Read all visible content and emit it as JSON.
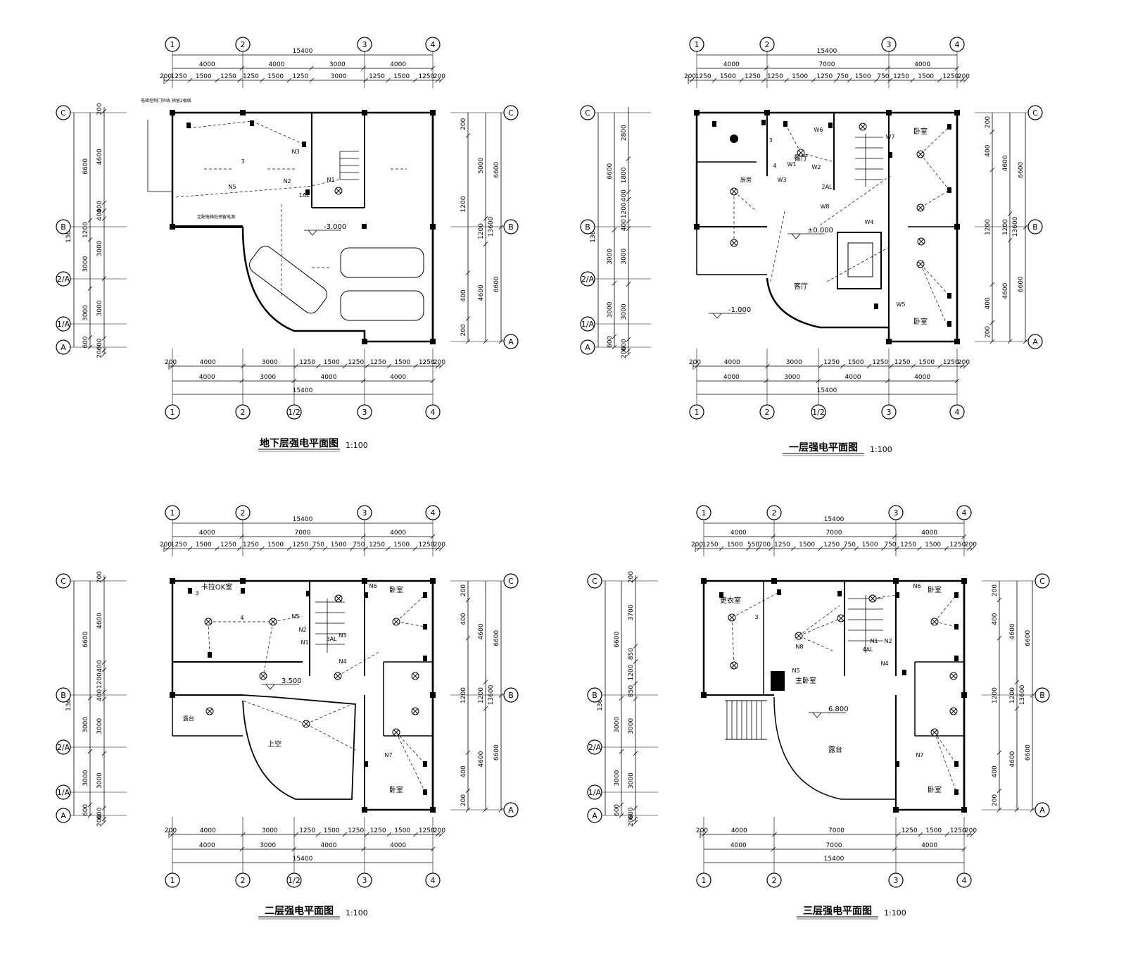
{
  "plans": [
    {
      "id": "basement",
      "title": "地下层强电平面图",
      "scale": "1:100",
      "top_overall": "15400",
      "top_bays": [
        "4000",
        "4000",
        "3000",
        "4000"
      ],
      "top_detail": [
        "200",
        "1250",
        "1500",
        "1250",
        "1250",
        "1500",
        "1250",
        "3000",
        "1250",
        "1500",
        "1250",
        "200"
      ],
      "bottom_detail": [
        "200",
        "4000",
        "3000",
        "1250",
        "1500",
        "1250",
        "1250",
        "1500",
        "1250",
        "200"
      ],
      "bottom_bays": [
        "4000",
        "3000",
        "4000",
        "4000"
      ],
      "bottom_overall": "15400",
      "top_axes": [
        "1",
        "2",
        "3",
        "4"
      ],
      "bottom_axes": [
        "1",
        "2",
        "1/2",
        "3",
        "4"
      ],
      "left_overall": "13600",
      "left_outer": [
        "6600",
        "1200",
        "3000",
        "3000",
        "600"
      ],
      "left_inner": [
        "200",
        "4600",
        "400",
        "400",
        "3000",
        "3000",
        "600",
        "200"
      ],
      "right_outer": [
        "5000",
        "1200",
        "4600"
      ],
      "right_mid": [
        "6600",
        "6600"
      ],
      "right_inner": [
        "200",
        "1200",
        "400",
        "200"
      ],
      "right_overall": "13600",
      "left_axes": [
        "C",
        "B",
        "2/A",
        "1/A",
        "A"
      ],
      "right_axes": [
        "C",
        "B",
        "A"
      ],
      "level": "-3.000",
      "rooms": [],
      "wire_labels": [
        "N1",
        "N2",
        "N3",
        "N5",
        "1AL",
        "3"
      ],
      "notes": [
        "电梯控制门铃线 预留2根线",
        "至配电箱处预留电源"
      ]
    },
    {
      "id": "first",
      "title": "一层强电平面图",
      "scale": "1:100",
      "top_overall": "15400",
      "top_bays": [
        "4000",
        "7000",
        "4000"
      ],
      "top_detail": [
        "200",
        "1250",
        "1500",
        "1250",
        "1250",
        "1500",
        "1250",
        "750",
        "1500",
        "750",
        "1250",
        "1500",
        "1250",
        "200"
      ],
      "bottom_detail": [
        "200",
        "4000",
        "3000",
        "1250",
        "1500",
        "1250",
        "1250",
        "1500",
        "1250",
        "200"
      ],
      "bottom_bays": [
        "4000",
        "3000",
        "4000",
        "4000"
      ],
      "bottom_overall": "15400",
      "top_axes": [
        "1",
        "2",
        "3",
        "4"
      ],
      "bottom_axes": [
        "1",
        "2",
        "1/2",
        "3",
        "4"
      ],
      "left_overall": "13600",
      "left_outer": [
        "6600",
        "3000",
        "3000",
        "600"
      ],
      "left_inner": [
        "2800",
        "1800",
        "400",
        "1200",
        "400",
        "3000",
        "3000",
        "600",
        "200"
      ],
      "right_outer": [
        "4600",
        "1200",
        "4600"
      ],
      "right_mid": [
        "6600",
        "6600"
      ],
      "right_inner": [
        "200",
        "400",
        "1200",
        "400",
        "200"
      ],
      "right_overall": "13600",
      "left_axes": [
        "C",
        "B",
        "2/A",
        "1/A",
        "A"
      ],
      "right_axes": [
        "C",
        "B",
        "A"
      ],
      "level": "±0.000",
      "level2": "-1.000",
      "rooms": [
        "餐厅",
        "卧室",
        "卧室",
        "客厅",
        "厨房"
      ],
      "wire_labels": [
        "W1",
        "W2",
        "W3",
        "W4",
        "W5",
        "W6",
        "W7",
        "W8",
        "2AL",
        "3",
        "4"
      ],
      "notes": []
    },
    {
      "id": "second",
      "title": "二层强电平面图",
      "scale": "1:100",
      "top_overall": "15400",
      "top_bays": [
        "4000",
        "7000",
        "4000"
      ],
      "top_detail": [
        "200",
        "1250",
        "1500",
        "1250",
        "1250",
        "1500",
        "1250",
        "750",
        "1500",
        "750",
        "1250",
        "1500",
        "1250",
        "200"
      ],
      "bottom_detail": [
        "200",
        "4000",
        "3000",
        "1250",
        "1500",
        "1250",
        "1250",
        "1500",
        "1250",
        "200"
      ],
      "bottom_bays": [
        "4000",
        "3000",
        "4000",
        "4000"
      ],
      "bottom_overall": "15400",
      "top_axes": [
        "1",
        "2",
        "3",
        "4"
      ],
      "bottom_axes": [
        "1",
        "2",
        "1/2",
        "3",
        "4"
      ],
      "left_overall": "13600",
      "left_outer": [
        "6600",
        "3000",
        "3000",
        "600"
      ],
      "left_inner": [
        "200",
        "4600",
        "400",
        "1200",
        "400",
        "3000",
        "3000",
        "600",
        "200"
      ],
      "right_outer": [
        "4600",
        "1200",
        "4600"
      ],
      "right_mid": [
        "6600",
        "6600"
      ],
      "right_inner": [
        "200",
        "400",
        "1200",
        "400",
        "200"
      ],
      "right_overall": "13600",
      "left_axes": [
        "C",
        "B",
        "2/A",
        "1/A",
        "A"
      ],
      "right_axes": [
        "C",
        "B",
        "A"
      ],
      "level": "3.500",
      "rooms": [
        "卡拉OK室",
        "卧室",
        "卧室",
        "露台",
        "上空"
      ],
      "wire_labels": [
        "N1",
        "N2",
        "N3",
        "N4",
        "N5",
        "N6",
        "N7",
        "3AL",
        "3",
        "4"
      ],
      "notes": []
    },
    {
      "id": "third",
      "title": "三层强电平面图",
      "scale": "1:100",
      "top_overall": "15400",
      "top_bays": [
        "4000",
        "7000",
        "4000"
      ],
      "top_detail": [
        "200",
        "1250",
        "1500",
        "550",
        "700",
        "1250",
        "1500",
        "1250",
        "750",
        "1500",
        "750",
        "1250",
        "1500",
        "1250",
        "200"
      ],
      "bottom_detail": [
        "200",
        "4000",
        "7000",
        "1250",
        "1500",
        "1250",
        "200"
      ],
      "bottom_bays": [
        "4000",
        "7000",
        "4000"
      ],
      "bottom_overall": "15400",
      "top_axes": [
        "1",
        "2",
        "3",
        "4"
      ],
      "bottom_axes": [
        "1",
        "2",
        "3",
        "4"
      ],
      "left_overall": "13600",
      "left_outer": [
        "6600",
        "3000",
        "3000",
        "600"
      ],
      "left_inner": [
        "200",
        "3700",
        "850",
        "1200",
        "850",
        "3000",
        "3000",
        "600",
        "200"
      ],
      "right_outer": [
        "4600",
        "1200",
        "4600"
      ],
      "right_mid": [
        "6600",
        "6600"
      ],
      "right_inner": [
        "200",
        "400",
        "1200",
        "400",
        "200"
      ],
      "right_overall": "13600",
      "left_axes": [
        "C",
        "B",
        "2/A",
        "1/A",
        "A"
      ],
      "right_axes": [
        "C",
        "B",
        "A"
      ],
      "level": "6.800",
      "rooms": [
        "更衣室",
        "主卧室",
        "卧室",
        "卧室",
        "露台"
      ],
      "wire_labels": [
        "N1",
        "N2",
        "N4",
        "N5",
        "N6",
        "N7",
        "N8",
        "4AL",
        "3"
      ],
      "notes": []
    }
  ]
}
